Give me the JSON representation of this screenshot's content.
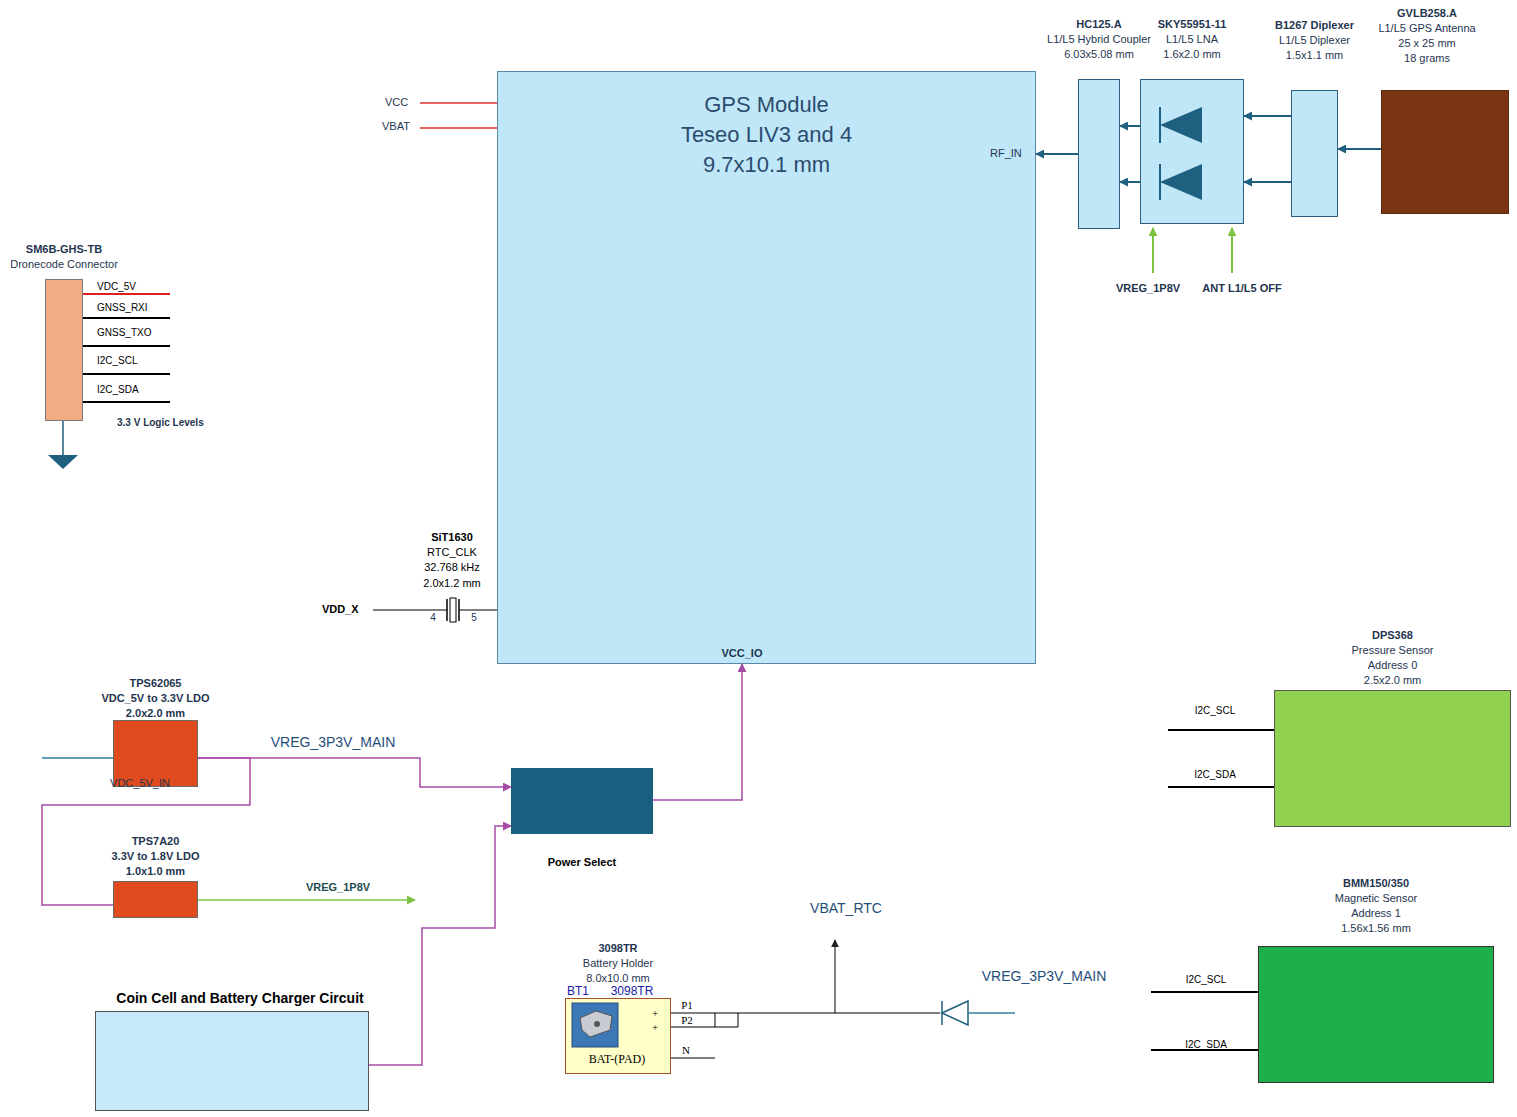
{
  "diagram": {
    "nodes": [
      {
        "text": [
          "GPS Module",
          "Teseo LIV3 and 4",
          "9.7x10.1 mm"
        ]
      },
      {
        "text": [
          "HC125.A",
          "L1/L5 Hybrid Coupler",
          "6.03x5.08 mm"
        ]
      },
      {
        "text": [
          "SKY55951-11",
          "L1/L5 LNA",
          "1.6x2.0 mm"
        ]
      },
      {
        "text": [
          "B1267 Diplexer",
          "L1/L5 Diplexer",
          "1.5x1.1 mm"
        ]
      },
      {
        "text": [
          "GVLB258.A",
          "L1/L5 GPS Antenna",
          "25 x 25 mm",
          "18 grams"
        ]
      },
      {
        "text": [
          "SM6B-GHS-TB",
          "Dronecode Connector"
        ]
      },
      {
        "text": [
          "TPS62065",
          "VDC_5V to 3.3V LDO",
          "2.0x2.0 mm"
        ]
      },
      {
        "text": [
          "TPS7A20",
          "3.3V to 1.8V LDO",
          "1.0x1.0 mm"
        ]
      },
      {
        "text": [
          "Power Select"
        ]
      },
      {
        "text": [
          "Coin Cell and Battery Charger Circuit"
        ]
      },
      {
        "text": [
          "3098TR",
          "Battery Holder",
          "8.0x10.0 mm"
        ]
      },
      {
        "text": [
          "DPS368",
          "Pressure Sensor",
          "Address 0",
          "2.5x2.0 mm"
        ]
      },
      {
        "text": [
          "BMM150/350",
          "Magnetic Sensor",
          "Address 1",
          "1.56x1.56 mm"
        ]
      }
    ],
    "edges": [
      {
        "from": 4,
        "to": 3,
        "arrow": "to"
      },
      {
        "from": 3,
        "to": 2,
        "arrow": "to"
      },
      {
        "from": 3,
        "to": 2,
        "arrow": "to"
      },
      {
        "from": 2,
        "to": 1,
        "arrow": "to"
      },
      {
        "from": 2,
        "to": 1,
        "arrow": "to"
      },
      {
        "from": 1,
        "to": 0,
        "arrow": "to"
      },
      {
        "from": 6,
        "to": 8,
        "label": "VREG_3P3V_MAIN",
        "arrow": "to"
      },
      {
        "from": 6,
        "to": 7,
        "arrow": "none"
      },
      {
        "from": 9,
        "to": 8,
        "arrow": "to"
      },
      {
        "from": 8,
        "to": 0,
        "arrow": "to"
      }
    ],
    "labels": [
      "VCC",
      "VBAT",
      "RF_IN",
      "VCC_IO",
      "VDC_5V",
      "GNSS_RXI",
      "GNSS_TXO",
      "I2C_SCL",
      "I2C_SDA",
      "3.3 V Logic Levels",
      "SiT1630",
      "RTC_CLK",
      "32.768 kHz",
      "2.0x1.2 mm",
      "4",
      "5",
      "VDD_X",
      "VREG_1P8V",
      "ANT L1/L5 OFF",
      "VDC_5V_IN",
      "VREG_1P8V",
      "VBAT_RTC",
      "BT1",
      "3098TR",
      "P1",
      "P2",
      "+",
      "+",
      "N",
      "BAT-(PAD)",
      "VREG_3P3V_MAIN",
      "I2C_SCL",
      "I2C_SDA",
      "I2C_SCL",
      "I2C_SDA"
    ]
  }
}
